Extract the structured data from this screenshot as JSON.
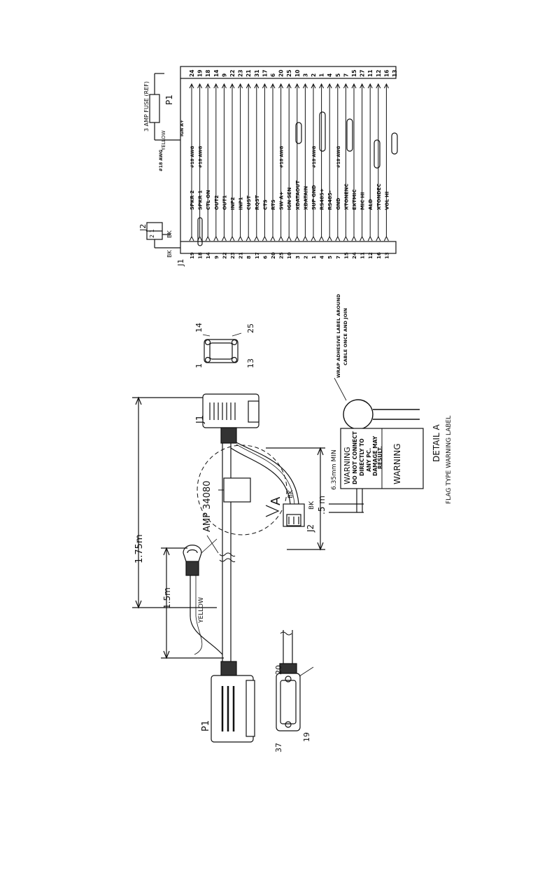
{
  "dimensions": {
    "overall": "1.75m",
    "ring_tap": "1.5m",
    "j2_branch": ".5 m",
    "label_min": "6.35mm MIN"
  },
  "connectors": {
    "p1": "P1",
    "j1": "J1",
    "j2": "J2",
    "j1_pins": {
      "p1": "1",
      "p13": "13",
      "p14": "14",
      "p25": "25"
    },
    "p1_pins": {
      "p20": "20",
      "p37": "37",
      "p19": "19"
    }
  },
  "callouts": {
    "amp": "AMP 34080",
    "yellow": "YELLOW",
    "bk": "BK",
    "detail_letter": "A",
    "wrap_note_1": "WRAP ADHESIVE LABEL AROUND",
    "wrap_note_2": "CABLE ONCE AND JOIN"
  },
  "warning_label": {
    "title": "WARNING",
    "lines": [
      "DO NOT CONNECT",
      "DIRECTLY TO",
      "ANY PC.",
      "DAMAGE MAY",
      "RESULT."
    ],
    "back": "WARNING"
  },
  "detail": {
    "title": "DETAIL A",
    "subtitle": "FLAG TYPE WARNING LABEL"
  },
  "schematic": {
    "j1": "J1",
    "j2": "J2",
    "p1": "P1",
    "j2_pins": "2 1",
    "bk_left": "BK",
    "bk_right": "BK",
    "fuse": "3 AMP FUSE (REF)",
    "yellow": "YELLOW",
    "ign_label": "IGN A+",
    "fuse_awg": "#18 AWG",
    "rows": [
      {
        "j1": "19",
        "sig": "SPKR 2",
        "awg": "#18 AWG",
        "p1": "24"
      },
      {
        "j1": "18",
        "sig": "SPKR 1",
        "awg": "#18 AWG",
        "p1": "19"
      },
      {
        "j1": "14",
        "sig": "CTL ON",
        "awg": "",
        "p1": "18"
      },
      {
        "j1": "9",
        "sig": "OUT2",
        "awg": "",
        "p1": "14"
      },
      {
        "j1": "22",
        "sig": "OUT1",
        "awg": "",
        "p1": "9"
      },
      {
        "j1": "23",
        "sig": "INP2",
        "awg": "",
        "p1": "22"
      },
      {
        "j1": "21",
        "sig": "INP1",
        "awg": "",
        "p1": "23"
      },
      {
        "j1": "8",
        "sig": "CUST",
        "awg": "",
        "p1": "21"
      },
      {
        "j1": "17",
        "sig": "RQST",
        "awg": "",
        "p1": "31"
      },
      {
        "j1": "6",
        "sig": "CTS",
        "awg": "",
        "p1": "17"
      },
      {
        "j1": "20",
        "sig": "RTS",
        "awg": "",
        "p1": "6"
      },
      {
        "j1": "25",
        "sig": "SW A+",
        "awg": "#18 AWG",
        "p1": "20"
      },
      {
        "j1": "10",
        "sig": "IGN SEN",
        "awg": "",
        "p1": "25"
      },
      {
        "j1": "3",
        "sig": "XDATAOUT",
        "awg": "",
        "p1": "10"
      },
      {
        "j1": "2",
        "sig": "XDATAIN",
        "awg": "",
        "p1": "3"
      },
      {
        "j1": "1",
        "sig": "SUP GND",
        "awg": "#18 AWG",
        "p1": "2"
      },
      {
        "j1": "4",
        "sig": "RS485+",
        "awg": "",
        "p1": "1"
      },
      {
        "j1": "5",
        "sig": "RS485-",
        "awg": "",
        "p1": "4"
      },
      {
        "j1": "7",
        "sig": "GND",
        "awg": "#18 AWG",
        "p1": "5"
      },
      {
        "j1": "15",
        "sig": "XTONENC",
        "awg": "",
        "p1": "7"
      },
      {
        "j1": "24",
        "sig": "EXTMIC",
        "awg": "",
        "p1": "15"
      },
      {
        "j1": "11",
        "sig": "MIC HI",
        "awg": "",
        "p1": "27"
      },
      {
        "j1": "12",
        "sig": "ALD",
        "awg": "",
        "p1": "11"
      },
      {
        "j1": "16",
        "sig": "XTONDEC",
        "awg": "",
        "p1": "12"
      },
      {
        "j1": "13",
        "sig": "VOL HI",
        "awg": "",
        "p1": "16"
      },
      {
        "j1": "",
        "sig": "",
        "awg": "",
        "p1": "13"
      }
    ]
  }
}
